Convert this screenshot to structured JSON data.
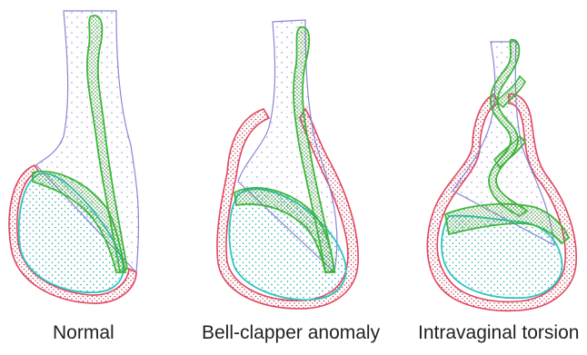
{
  "panels": [
    {
      "label": "Normal"
    },
    {
      "label": "Bell-clapper anomaly"
    },
    {
      "label": "Intravaginal torsion"
    }
  ],
  "colors": {
    "tunica": "#e0475f",
    "tunica_dots": "#c43a55",
    "testis_outline": "#2ec4c0",
    "testis_dots": "#1fa8a8",
    "cord_outline": "#3db83a",
    "cord_dots": "#2f8f2d",
    "sheath_outline": "#8b86d6",
    "sheath_dots": "#8a84c8"
  },
  "icons": [
    "normal-testis-illustration",
    "bell-clapper-illustration",
    "torsion-illustration"
  ]
}
